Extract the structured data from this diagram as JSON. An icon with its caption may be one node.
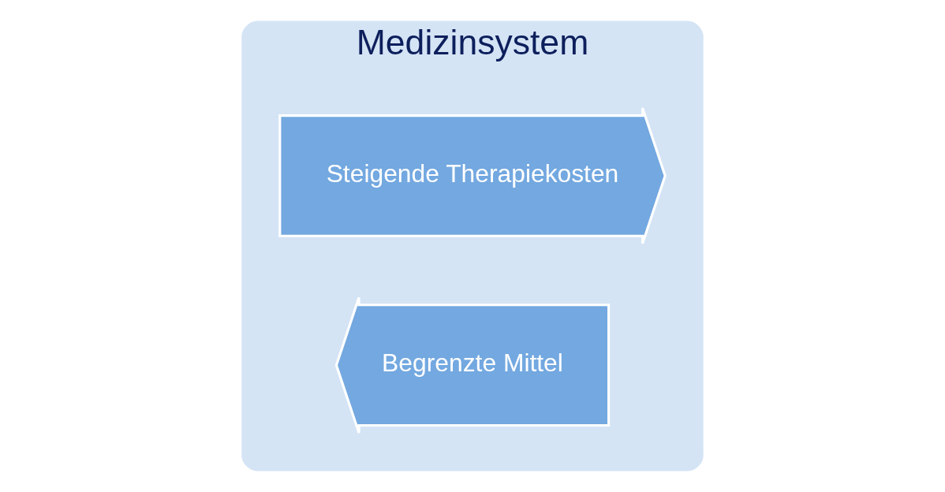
{
  "diagram": {
    "nodes": [
      {
        "text": [
          "Medizinsystem"
        ]
      },
      {
        "text": [
          "Steigende Therapiekosten"
        ],
        "in": 0
      },
      {
        "text": [
          "Begrenzte Mittel"
        ],
        "in": 0
      }
    ]
  }
}
